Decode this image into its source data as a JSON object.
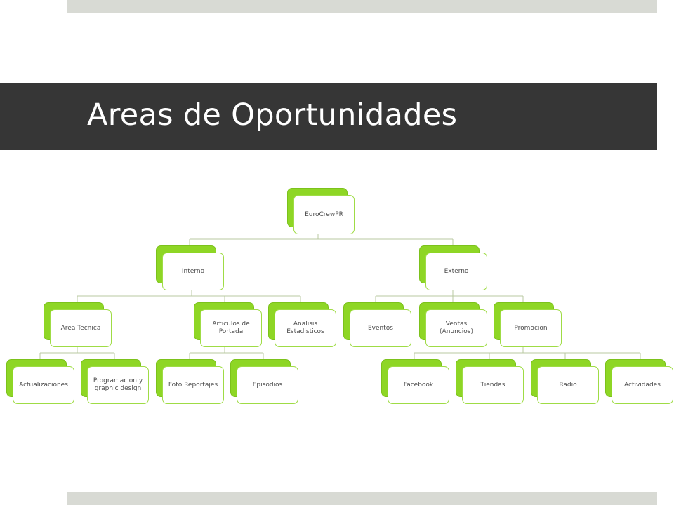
{
  "slide": {
    "title": "Areas de Oportunidades"
  },
  "colors": {
    "accent_green": "#8ed625",
    "title_bar": "#363636",
    "band_gray": "#d8dad4",
    "connector": "#b8c9a0"
  },
  "org_chart": {
    "root": "EuroCrewPR",
    "level1": [
      "Interno",
      "Externo"
    ],
    "interno_children": [
      "Area Tecnica",
      "Articulos de Portada",
      "Analisis Estadisticos"
    ],
    "externo_children": [
      "Eventos",
      "Ventas (Anuncios)",
      "Promocion"
    ],
    "area_tecnica_children": [
      "Actualizaciones",
      "Programacion y graphic design"
    ],
    "articulos_children": [
      "Foto Reportajes",
      "Episodios"
    ],
    "promocion_children": [
      "Facebook",
      "Tiendas",
      "Radio",
      "Actividades"
    ]
  }
}
